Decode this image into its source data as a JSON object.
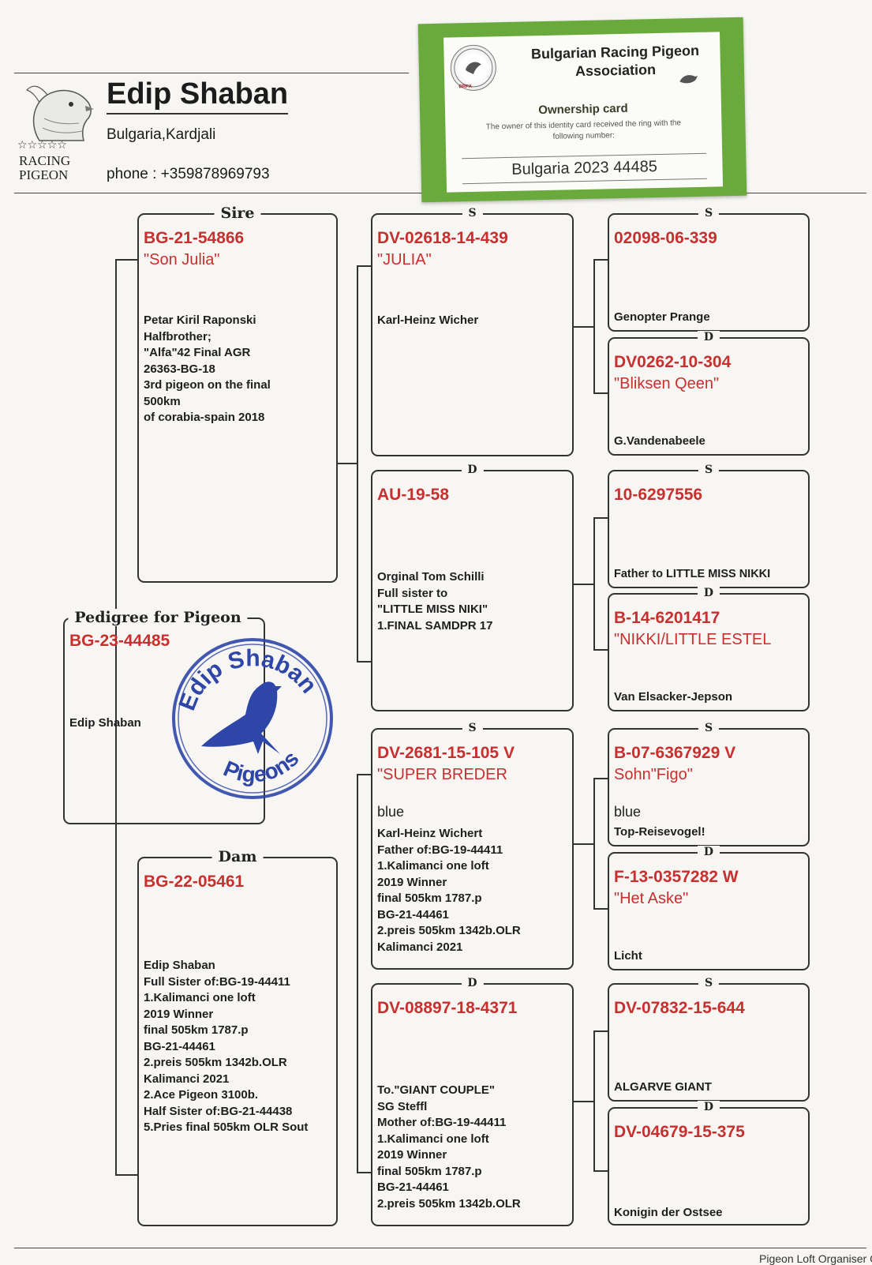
{
  "header": {
    "owner_name": "Edip Shaban",
    "location": "Bulgaria,Kardjali",
    "phone": "phone : +359878969793",
    "logo_icon": "pigeon-head-icon",
    "logo_stars": "☆☆☆☆☆",
    "logo_line1": "RACING",
    "logo_line2": "PIGEON"
  },
  "ownership_card": {
    "title": "Bulgarian Racing Pigeon Association",
    "subtitle": "Ownership card",
    "description": "The owner of this identity card received the ring with the following number:",
    "ring_number": "Bulgaria 2023 44485",
    "seal_text": "BRPA",
    "color": "#6aaa3c"
  },
  "pedigree": {
    "title": "Pedigree for Pigeon",
    "ring": "BG-23-44485",
    "notes": "Edip Shaban"
  },
  "stamp": {
    "top_text": "Edip Shaban",
    "bottom_text": "Pigeons",
    "color": "#2e46a8"
  },
  "sire": {
    "label": "Sire",
    "ring": "BG-21-54866",
    "name": "\"Son Julia\"",
    "notes": "Petar Kiril Raponski\nHalfbrother;\n\"Alfa\"42 Final AGR\n26363-BG-18\n3rd pigeon on the final\n500km\nof corabia-spain 2018"
  },
  "dam": {
    "label": "Dam",
    "ring": "BG-22-05461",
    "notes": "Edip Shaban\nFull Sister of:BG-19-44411\n1.Kalimanci one loft\n2019 Winner\nfinal 505km 1787.p\nBG-21-44461\n2.preis 505km 1342b.OLR\nKalimanci 2021\n2.Ace Pigeon 3100b.\nHalf Sister of:BG-21-44438\n5.Pries final 505km OLR Sout"
  },
  "gen2": [
    {
      "label": "S",
      "ring": "DV-02618-14-439",
      "name": "\"JULIA\"",
      "color": "",
      "notes": "Karl-Heinz Wicher"
    },
    {
      "label": "D",
      "ring": "AU-19-58",
      "name": "",
      "color": "",
      "notes": "Orginal Tom Schilli\nFull sister to\n\"LITTLE MISS NIKI\"\n1.FINAL SAMDPR 17"
    },
    {
      "label": "S",
      "ring": "DV-2681-15-105 V",
      "name": "\"SUPER BREDER",
      "color": "blue",
      "notes": "Karl-Heinz Wichert\nFather of:BG-19-44411\n1.Kalimanci one loft\n2019 Winner\nfinal 505km 1787.p\nBG-21-44461\n2.preis 505km 1342b.OLR\nKalimanci 2021"
    },
    {
      "label": "D",
      "ring": "DV-08897-18-4371",
      "name": "",
      "color": "",
      "notes": "To.\"GIANT COUPLE\"\nSG Steffl\nMother of:BG-19-44411\n1.Kalimanci one loft\n2019 Winner\nfinal 505km 1787.p\nBG-21-44461\n2.preis 505km 1342b.OLR"
    }
  ],
  "gen3": [
    {
      "label": "S",
      "ring": "02098-06-339",
      "name": "",
      "color": "",
      "notes": "Genopter Prange"
    },
    {
      "label": "D",
      "ring": "DV0262-10-304",
      "name": "\"Bliksen Qeen\"",
      "color": "",
      "notes": "G.Vandenabeele"
    },
    {
      "label": "S",
      "ring": "10-6297556",
      "name": "",
      "color": "",
      "notes": "Father to LITTLE MISS NIKKI"
    },
    {
      "label": "D",
      "ring": "B-14-6201417",
      "name": "\"NIKKI/LITTLE ESTEL",
      "color": "",
      "notes": "Van Elsacker-Jepson"
    },
    {
      "label": "S",
      "ring": "B-07-6367929 V",
      "name": "Sohn\"Figo\"",
      "color": "blue",
      "notes": "Top-Reisevogel!"
    },
    {
      "label": "D",
      "ring": "F-13-0357282 W",
      "name": "\"Het Aske\"",
      "color": "",
      "notes": "Licht"
    },
    {
      "label": "S",
      "ring": "DV-07832-15-644",
      "name": "",
      "color": "",
      "notes": "ALGARVE GIANT"
    },
    {
      "label": "D",
      "ring": "DV-04679-15-375",
      "name": "",
      "color": "",
      "notes": "Konigin der Ostsee"
    }
  ],
  "footer": {
    "text": "Pigeon Loft Organiser G"
  }
}
